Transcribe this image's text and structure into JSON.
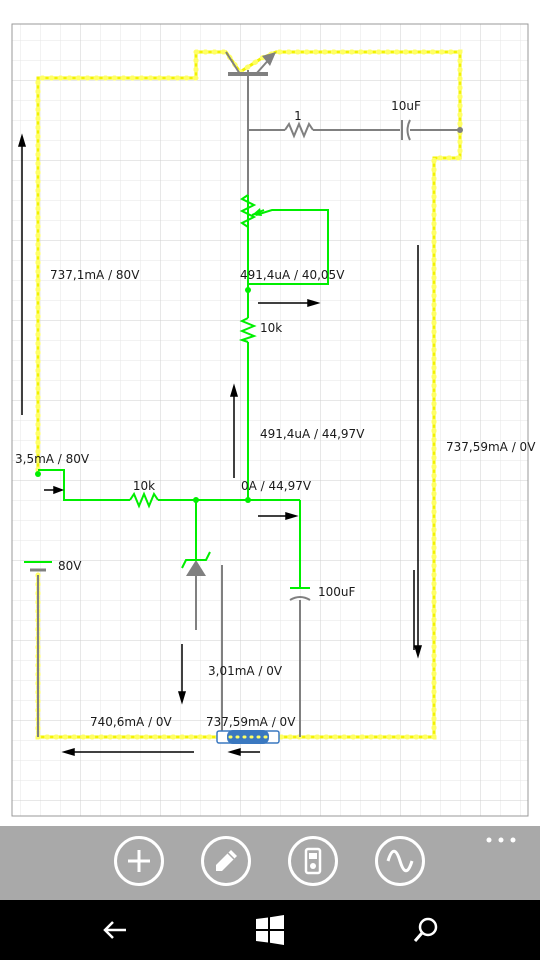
{
  "circuit": {
    "labels": {
      "left_branch": "737,1mA / 80V",
      "right_branch": "737,59mA / 0V",
      "pot_reading": "491,4uA / 40,05V",
      "mid_reading": "491,4uA / 44,97V",
      "node_reading": "0A / 44,97V",
      "battery_node": "3,5mA / 80V",
      "zener_reading": "3,01mA / 0V",
      "bottom_left": "740,6mA / 0V",
      "fuse_reading": "737,59mA / 0V"
    },
    "components": {
      "resistor_top": "1",
      "capacitor_top": "10uF",
      "resistor_mid": "10k",
      "resistor_left": "10k",
      "capacitor_right": "100uF",
      "battery": "80V"
    },
    "colors": {
      "wire_live": "#00ee00",
      "wire_idle": "#808080",
      "wire_current": "#f2f200",
      "current_dot": "#ffff33",
      "fuse": "#3a78c0",
      "grid": "#dcdcdc"
    }
  },
  "app_bar": {
    "buttons": [
      {
        "name": "add",
        "icon": "plus-icon"
      },
      {
        "name": "edit",
        "icon": "pencil-icon"
      },
      {
        "name": "device",
        "icon": "multimeter-icon"
      },
      {
        "name": "signal",
        "icon": "sine-wave-icon"
      }
    ],
    "more_icon": "ellipsis-icon"
  },
  "nav_bar": {
    "buttons": [
      {
        "name": "back",
        "icon": "back-arrow-icon"
      },
      {
        "name": "start",
        "icon": "windows-logo-icon"
      },
      {
        "name": "search",
        "icon": "search-icon"
      }
    ]
  }
}
